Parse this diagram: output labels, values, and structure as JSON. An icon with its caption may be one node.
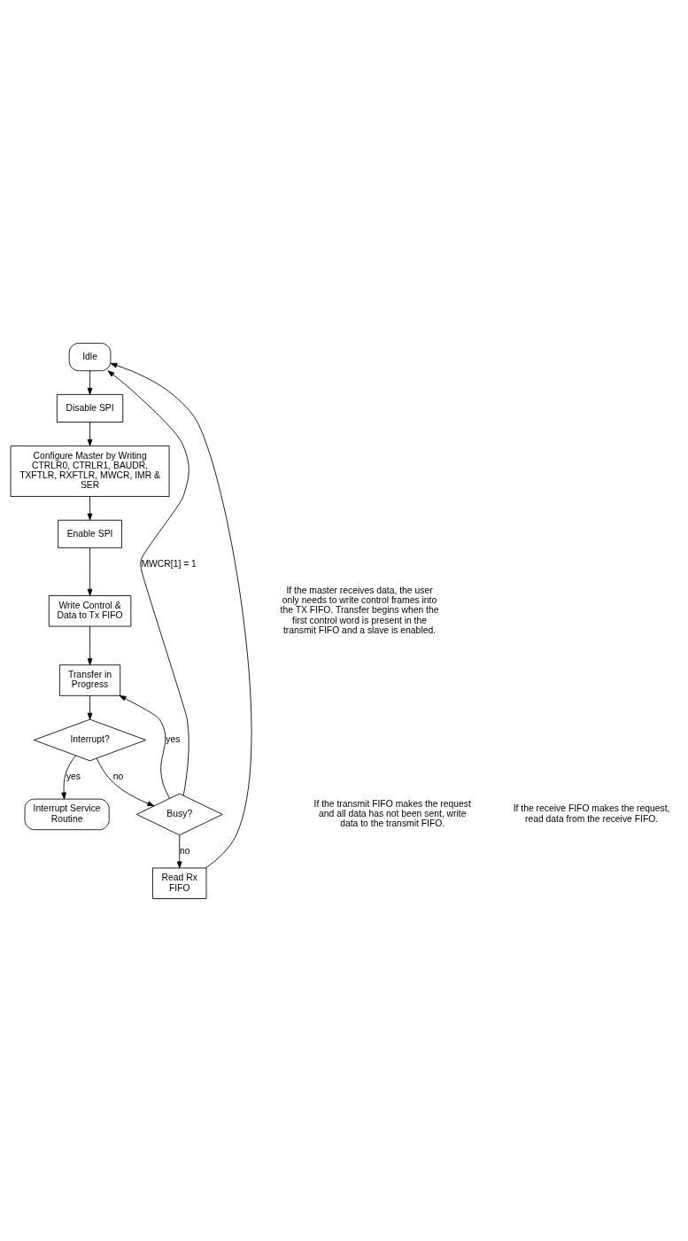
{
  "diagram": {
    "nodes": [
      {
        "text": [
          "Idle"
        ]
      },
      {
        "text": [
          "Disable SPI"
        ]
      },
      {
        "text": [
          "Configure Master by Writing CTRLR0, CTRLR1, BAUDR, TXFTLR, RXFTLR, MWCR, IMR & SER"
        ]
      },
      {
        "text": [
          "Enable SPI"
        ]
      },
      {
        "text": [
          "Write Control & Data to Tx FIFO"
        ]
      },
      {
        "text": [
          "Transfer in Progress"
        ]
      },
      {
        "text": [
          "Interrupt?"
        ]
      },
      {
        "text": [
          "Interrupt Service Routine"
        ]
      },
      {
        "text": [
          "Busy?"
        ]
      },
      {
        "text": [
          "Read Rx FIFO"
        ]
      }
    ],
    "edges": [
      {
        "from": 0,
        "to": 1,
        "arrow": "to"
      },
      {
        "from": 1,
        "to": 2,
        "arrow": "to"
      },
      {
        "from": 2,
        "to": 3,
        "arrow": "to"
      },
      {
        "from": 3,
        "to": 4,
        "arrow": "to"
      },
      {
        "from": 4,
        "to": 5,
        "arrow": "to"
      },
      {
        "from": 5,
        "to": 6,
        "arrow": "to"
      },
      {
        "from": 6,
        "to": 7,
        "arrow": "to",
        "label": "yes"
      },
      {
        "from": 6,
        "to": 8,
        "arrow": "to",
        "label": "no"
      },
      {
        "from": 8,
        "to": 5,
        "arrow": "to",
        "label": "yes"
      },
      {
        "from": 8,
        "to": 0,
        "arrow": "to",
        "label": "MWCR[1] = 1"
      },
      {
        "from": 8,
        "to": 9,
        "arrow": "to",
        "label": "no"
      },
      {
        "from": 9,
        "to": 0,
        "arrow": "to"
      }
    ],
    "labels": [
      "If the master receives data, the user only needs to write control frames into the TX FIFO. Transfer begins when the first control word is present in the transmit FIFO and a slave is enabled.",
      "If the transmit FIFO makes the request and all data has not been sent, write data to the transmit FIFO.",
      "If the receive FIFO makes the request, read data from the receive FIFO."
    ]
  }
}
